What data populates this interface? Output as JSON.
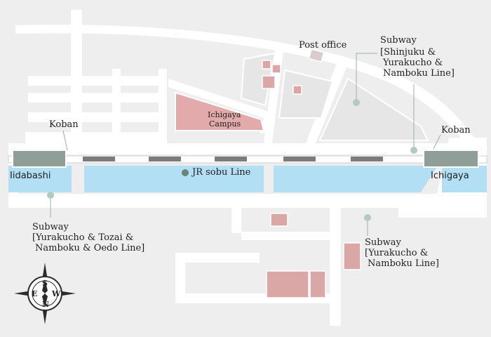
{
  "labels": {
    "post_office": "Post office",
    "campus": [
      "Ichigaya",
      "Campus"
    ],
    "koban_left": "Koban",
    "koban_right": "Koban",
    "iidabashi": "Iidabashi",
    "ichigaya": "Ichigaya",
    "jr_line": "JR sobu Line",
    "subway_left": [
      "Subway",
      "[Yurakucho & Tozai &",
      "Namboku & Oedo Line]"
    ],
    "subway_top_right": [
      "Subway",
      "[Shinjuku &",
      "Yurakucho &",
      "Namboku Line]"
    ],
    "subway_bottom_right": [
      "Subway",
      "[Yurakucho &",
      "Namboku Line]"
    ]
  },
  "compass": {
    "n": "N",
    "s": "S",
    "e": "E",
    "w": "W"
  },
  "colors": {
    "background": "#eeeeee",
    "road": "#ffffff",
    "water": "#b3dff5",
    "campus": "#e2aaaa",
    "building": "#dba6a6",
    "post_office": "#d9cccc",
    "station": "#8f9e97",
    "rail_dash": "#7c7c7c",
    "marker": "#b4c9c0",
    "marker_dark": "#6a8478"
  }
}
